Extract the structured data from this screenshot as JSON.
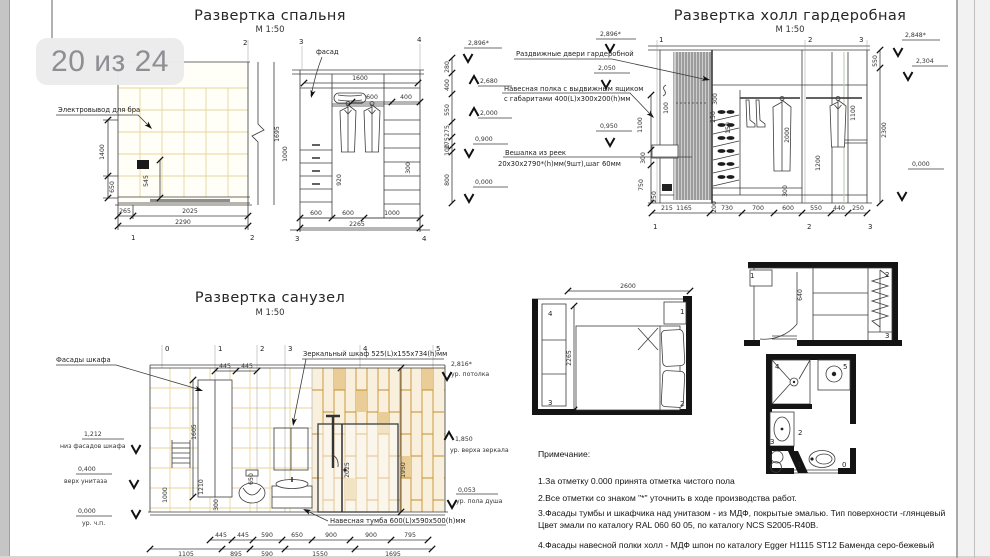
{
  "page": {
    "indicator": "20 из 24"
  },
  "bedroom": {
    "title": "Развертка спальня",
    "scale": "М 1:50",
    "label_outlet": "Электровывод для бра",
    "label_facade": "фасад",
    "elev": [
      "2,896*",
      "2,680",
      "2,000",
      "0,900",
      "0,000"
    ],
    "elev_segs": [
      "280",
      "400",
      "550",
      "275",
      "275",
      "100",
      "800"
    ],
    "dim_1400": "1400",
    "dim_650": "650",
    "dim_545": "545",
    "bottom": [
      "265",
      "2025",
      "2290"
    ],
    "break": [
      "1695",
      "1000"
    ],
    "dim_1600": "1600",
    "dim_600a": "600",
    "dim_400": "400",
    "dim_920": "920",
    "dim_300": "300",
    "closet_bottom": [
      "600",
      "600",
      "1000",
      "2265"
    ],
    "m": [
      "1",
      "2",
      "3",
      "4"
    ]
  },
  "hall": {
    "title": "Развертка холл гардеробная",
    "scale": "М 1:50",
    "labels": {
      "doors": "Раздвижные двери гардеробной",
      "shelf1": "Навесная полка с выдвижным ящиком",
      "shelf2": "с габаритами 400(L)x300x200(h)мм",
      "rack1": "Вешалка из реек",
      "rack2": "20х30х2790*(h)мм(9шт),шаг 60мм"
    },
    "elev_l": [
      "2,896*",
      "2,050",
      "0,950"
    ],
    "elev_r": [
      "2,848*",
      "2,304",
      "0,000"
    ],
    "seg_r": [
      "550",
      "2300"
    ],
    "seg_l": [
      "1100",
      "100",
      "300",
      "750",
      "250",
      "215"
    ],
    "shoe": [
      "300",
      "250",
      "150"
    ],
    "inner": [
      "2000",
      "1100",
      "1200",
      "300",
      "200"
    ],
    "bottom": [
      "1165",
      "730",
      "700",
      "600",
      "550",
      "440",
      "250"
    ],
    "m": [
      "1",
      "2",
      "3"
    ]
  },
  "bath": {
    "title": "Развертка санузел",
    "scale": "М 1:50",
    "labels": {
      "facades": "Фасады шкафа",
      "mirror": "Зеркальный шкаф 525(L)x155x734(h)мм",
      "tumba": "Навесная тумба 600(L)x590x500(h)мм"
    },
    "marks": {
      "ceil": [
        "2,816*",
        "ур. потолка"
      ],
      "mirror": [
        "1,850",
        "ур. верха зеркала"
      ],
      "shower": [
        "0,053",
        "ур. пола душа"
      ],
      "cab": [
        "1,212",
        "низ фасадов шкафа"
      ],
      "wc": [
        "0,400",
        "верх унитаза"
      ],
      "floor": [
        "0,000",
        "ур. ч.п."
      ]
    },
    "v": [
      "1605",
      "1210",
      "1000",
      "300",
      "650",
      "2025",
      "1950"
    ],
    "top": [
      "445",
      "445"
    ],
    "row1": [
      "445",
      "445",
      "590",
      "650",
      "900",
      "900",
      "795"
    ],
    "row2": [
      "1105",
      "895",
      "590",
      "1550",
      "1695"
    ],
    "m": [
      "0",
      "1",
      "2",
      "3",
      "4",
      "5"
    ]
  },
  "plans": {
    "bedroom": {
      "w": "2600",
      "h": "2265",
      "m": [
        "1",
        "2",
        "3",
        "4"
      ]
    },
    "hall": {
      "d": "640",
      "m": [
        "1",
        "2",
        "3"
      ]
    },
    "bath": {
      "m": [
        "0",
        "1",
        "2",
        "3",
        "4",
        "5"
      ]
    }
  },
  "notes": {
    "title": "Примечание:",
    "items": [
      "1.За отметку 0.000 принята отметка чистого пола",
      "2.Все отметки со знаком \"*\" уточнить в ходе производства работ.",
      "3.Фасады тумбы и шкафчика над унитазом - из МДФ, покрытые эмалью. Тип поверхности -глянцевый",
      "Цвет эмали по каталогу RAL 060 60 05, по каталогу NCS S2005-R40B.",
      "4.Фасады навесной полки холл - МДФ шпон по каталогу Egger H1115 ST12 Баменда серо-бежевый"
    ]
  }
}
